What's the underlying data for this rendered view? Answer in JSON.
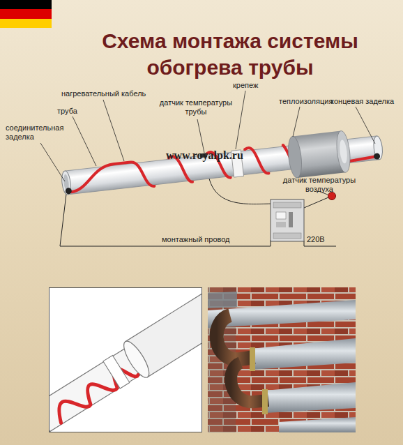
{
  "diagram": {
    "title": "Схема монтажа системы обогрева трубы",
    "labels": [
      "нагревательный кабель",
      "крепеж",
      "теплоизоляция",
      "концевая заделка",
      "труба",
      "датчик температуры трубы",
      "соединительная заделка",
      "www.royalpk.ru",
      "датчик температуры воздуха",
      "монтажный провод",
      "220В"
    ]
  }
}
